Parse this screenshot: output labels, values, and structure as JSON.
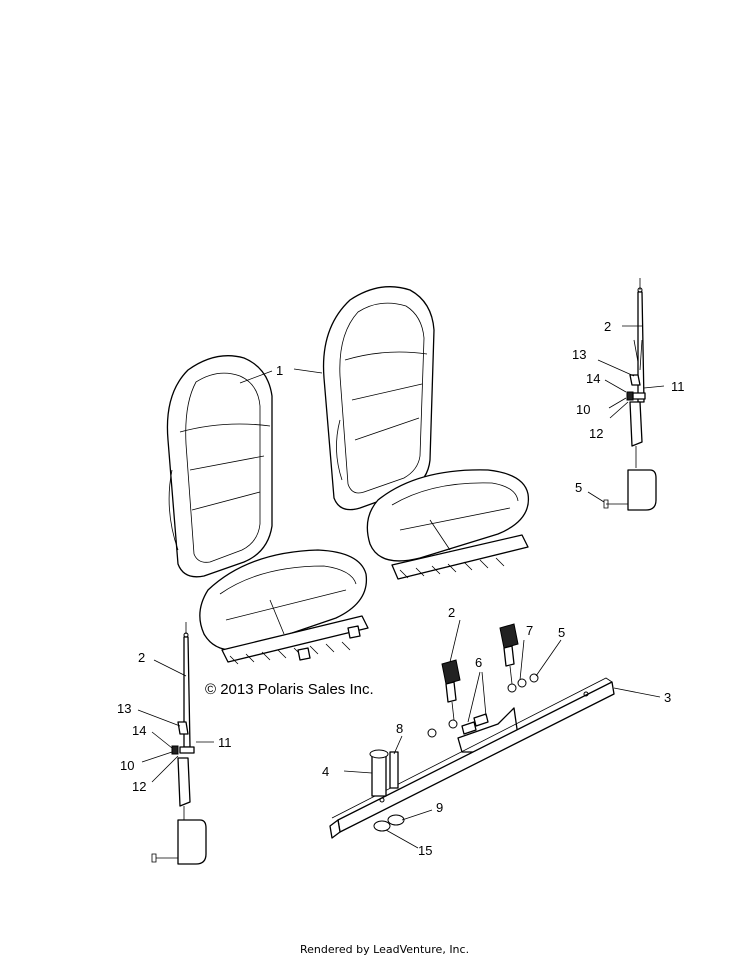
{
  "copyright": "© 2013 Polaris Sales Inc.",
  "footer": "Rendered by LeadVenture, Inc.",
  "callouts": [
    {
      "id": "c1",
      "text": "1"
    },
    {
      "id": "c2a",
      "text": "2"
    },
    {
      "id": "c13a",
      "text": "13"
    },
    {
      "id": "c14a",
      "text": "14"
    },
    {
      "id": "c11a",
      "text": "11"
    },
    {
      "id": "c10a",
      "text": "10"
    },
    {
      "id": "c12a",
      "text": "12"
    },
    {
      "id": "c5a",
      "text": "5"
    },
    {
      "id": "c2b",
      "text": "2"
    },
    {
      "id": "c7",
      "text": "7"
    },
    {
      "id": "c5b",
      "text": "5"
    },
    {
      "id": "c6",
      "text": "6"
    },
    {
      "id": "c3",
      "text": "3"
    },
    {
      "id": "c8",
      "text": "8"
    },
    {
      "id": "c4",
      "text": "4"
    },
    {
      "id": "c9",
      "text": "9"
    },
    {
      "id": "c15",
      "text": "15"
    },
    {
      "id": "c2c",
      "text": "2"
    },
    {
      "id": "c13b",
      "text": "13"
    },
    {
      "id": "c14b",
      "text": "14"
    },
    {
      "id": "c11b",
      "text": "11"
    },
    {
      "id": "c10b",
      "text": "10"
    },
    {
      "id": "c12b",
      "text": "12"
    }
  ]
}
